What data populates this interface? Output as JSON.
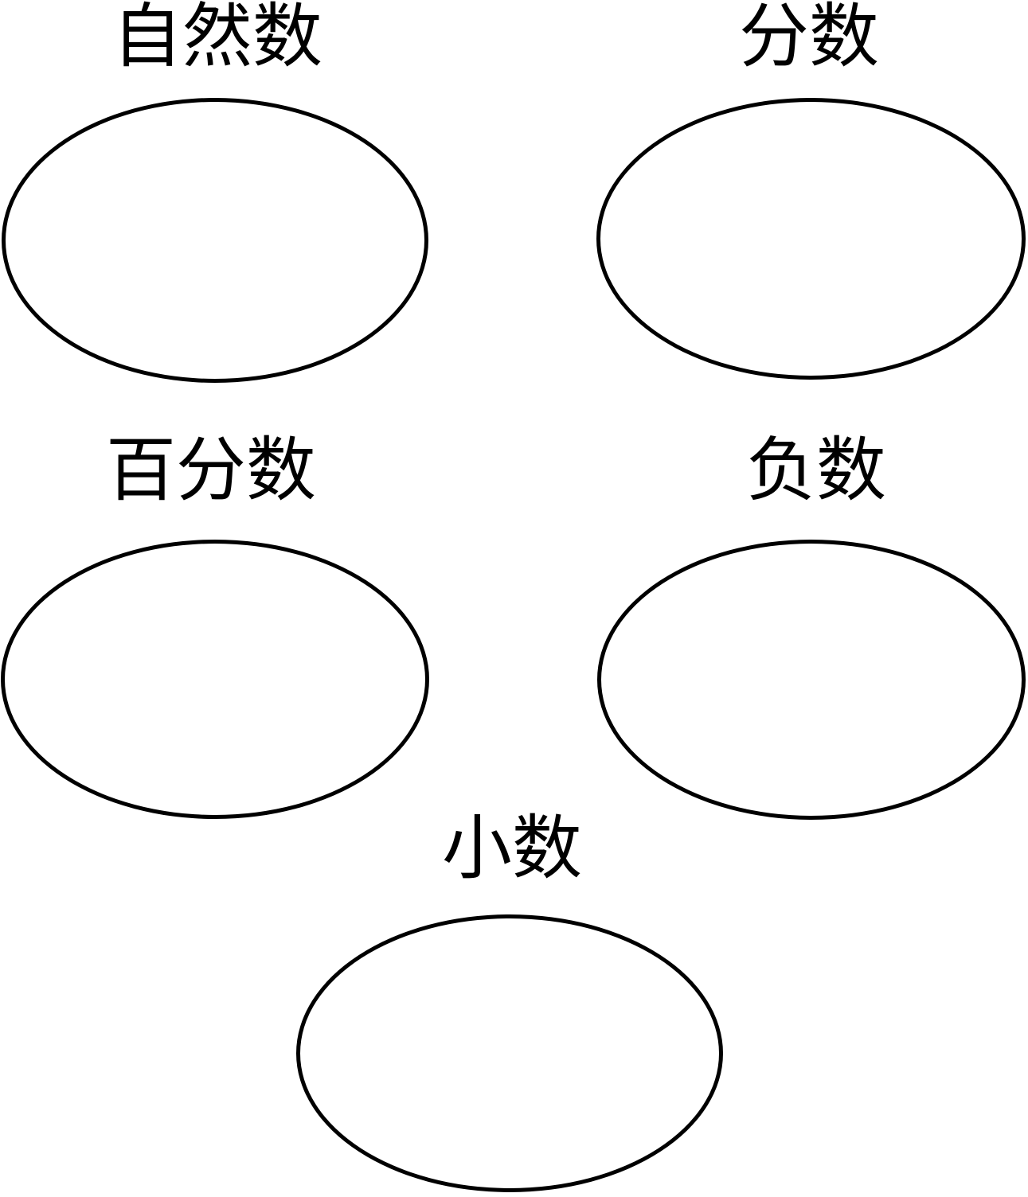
{
  "diagram": {
    "description": "number-classification-worksheet",
    "groups": [
      {
        "id": "natural-numbers",
        "label": "自然数"
      },
      {
        "id": "fractions",
        "label": "分数"
      },
      {
        "id": "percentages",
        "label": "百分数"
      },
      {
        "id": "negative-numbers",
        "label": "负数"
      },
      {
        "id": "decimals",
        "label": "小数"
      }
    ]
  },
  "colors": {
    "background": "#ffffff",
    "stroke": "#000000",
    "text": "#000000"
  }
}
